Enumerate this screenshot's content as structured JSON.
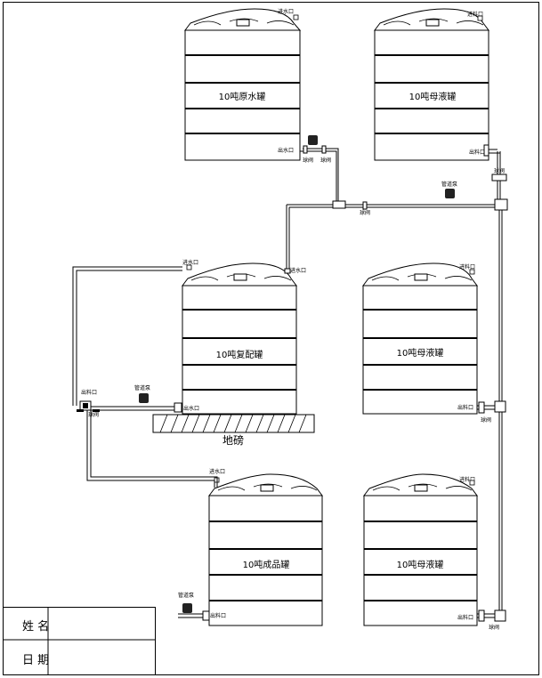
{
  "tanks": {
    "raw_water": {
      "label": "10吨原水罐",
      "inlet": "进水口",
      "outlet": "出水口"
    },
    "mother_1": {
      "label": "10吨母液罐",
      "inlet": "进料口",
      "outlet": "出料口"
    },
    "compound": {
      "label": "10吨复配罐",
      "inlet": "进水口",
      "outlet": "出水口"
    },
    "mother_2": {
      "label": "10吨母液罐",
      "inlet": "进料口",
      "outlet": "出料口"
    },
    "product": {
      "label": "10吨成品罐",
      "inlet": "进水口",
      "outlet": "出料口"
    },
    "mother_3": {
      "label": "10吨母液罐",
      "inlet": "进料口",
      "outlet": "出料口"
    }
  },
  "pipe_labels": {
    "valve": "球阀",
    "pump": "管道泵",
    "outlet_material": "出料口"
  },
  "ground": {
    "label": "地磅"
  },
  "form": {
    "name_label": "姓 名",
    "date_label": "日 期"
  }
}
